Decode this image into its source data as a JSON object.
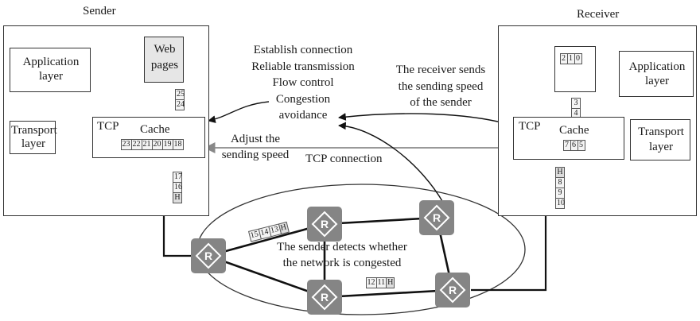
{
  "sender": {
    "title": "Sender",
    "application_layer": "Application layer",
    "web_pages": "Web pages",
    "transport_layer": "Transport layer",
    "tcp": "TCP",
    "cache": "Cache",
    "cache_packets": [
      "23",
      "22",
      "21",
      "20",
      "19",
      "18"
    ],
    "incoming_packets": [
      "25",
      "24"
    ],
    "outgoing_packets": [
      "17",
      "16",
      "H"
    ]
  },
  "receiver": {
    "title": "Receiver",
    "application_layer": "Application layer",
    "transport_layer": "Transport layer",
    "tcp": "TCP",
    "cache": "Cache",
    "app_packets": [
      "2",
      "1",
      "0"
    ],
    "cache_packets": [
      "7",
      "6",
      "5"
    ],
    "upward_packets": [
      "3",
      "4"
    ],
    "incoming_packets": [
      "H",
      "8",
      "9",
      "10"
    ]
  },
  "tcp_functions": {
    "lines": [
      "Establish connection",
      "Reliable transmission",
      "Flow control",
      "Congestion",
      "avoidance"
    ]
  },
  "annotations": {
    "receiver_sends": [
      "The receiver sends",
      "the sending speed",
      "of the sender"
    ],
    "adjust": [
      "Adjust the",
      "sending speed"
    ],
    "tcp_connection": "TCP connection",
    "detects": [
      "The sender detects whether",
      "the network is congested"
    ]
  },
  "network": {
    "packets_top": [
      "15",
      "14",
      "13",
      "H"
    ],
    "packets_bottom": [
      "12",
      "11",
      "H"
    ],
    "router_icon": "router-icon"
  }
}
